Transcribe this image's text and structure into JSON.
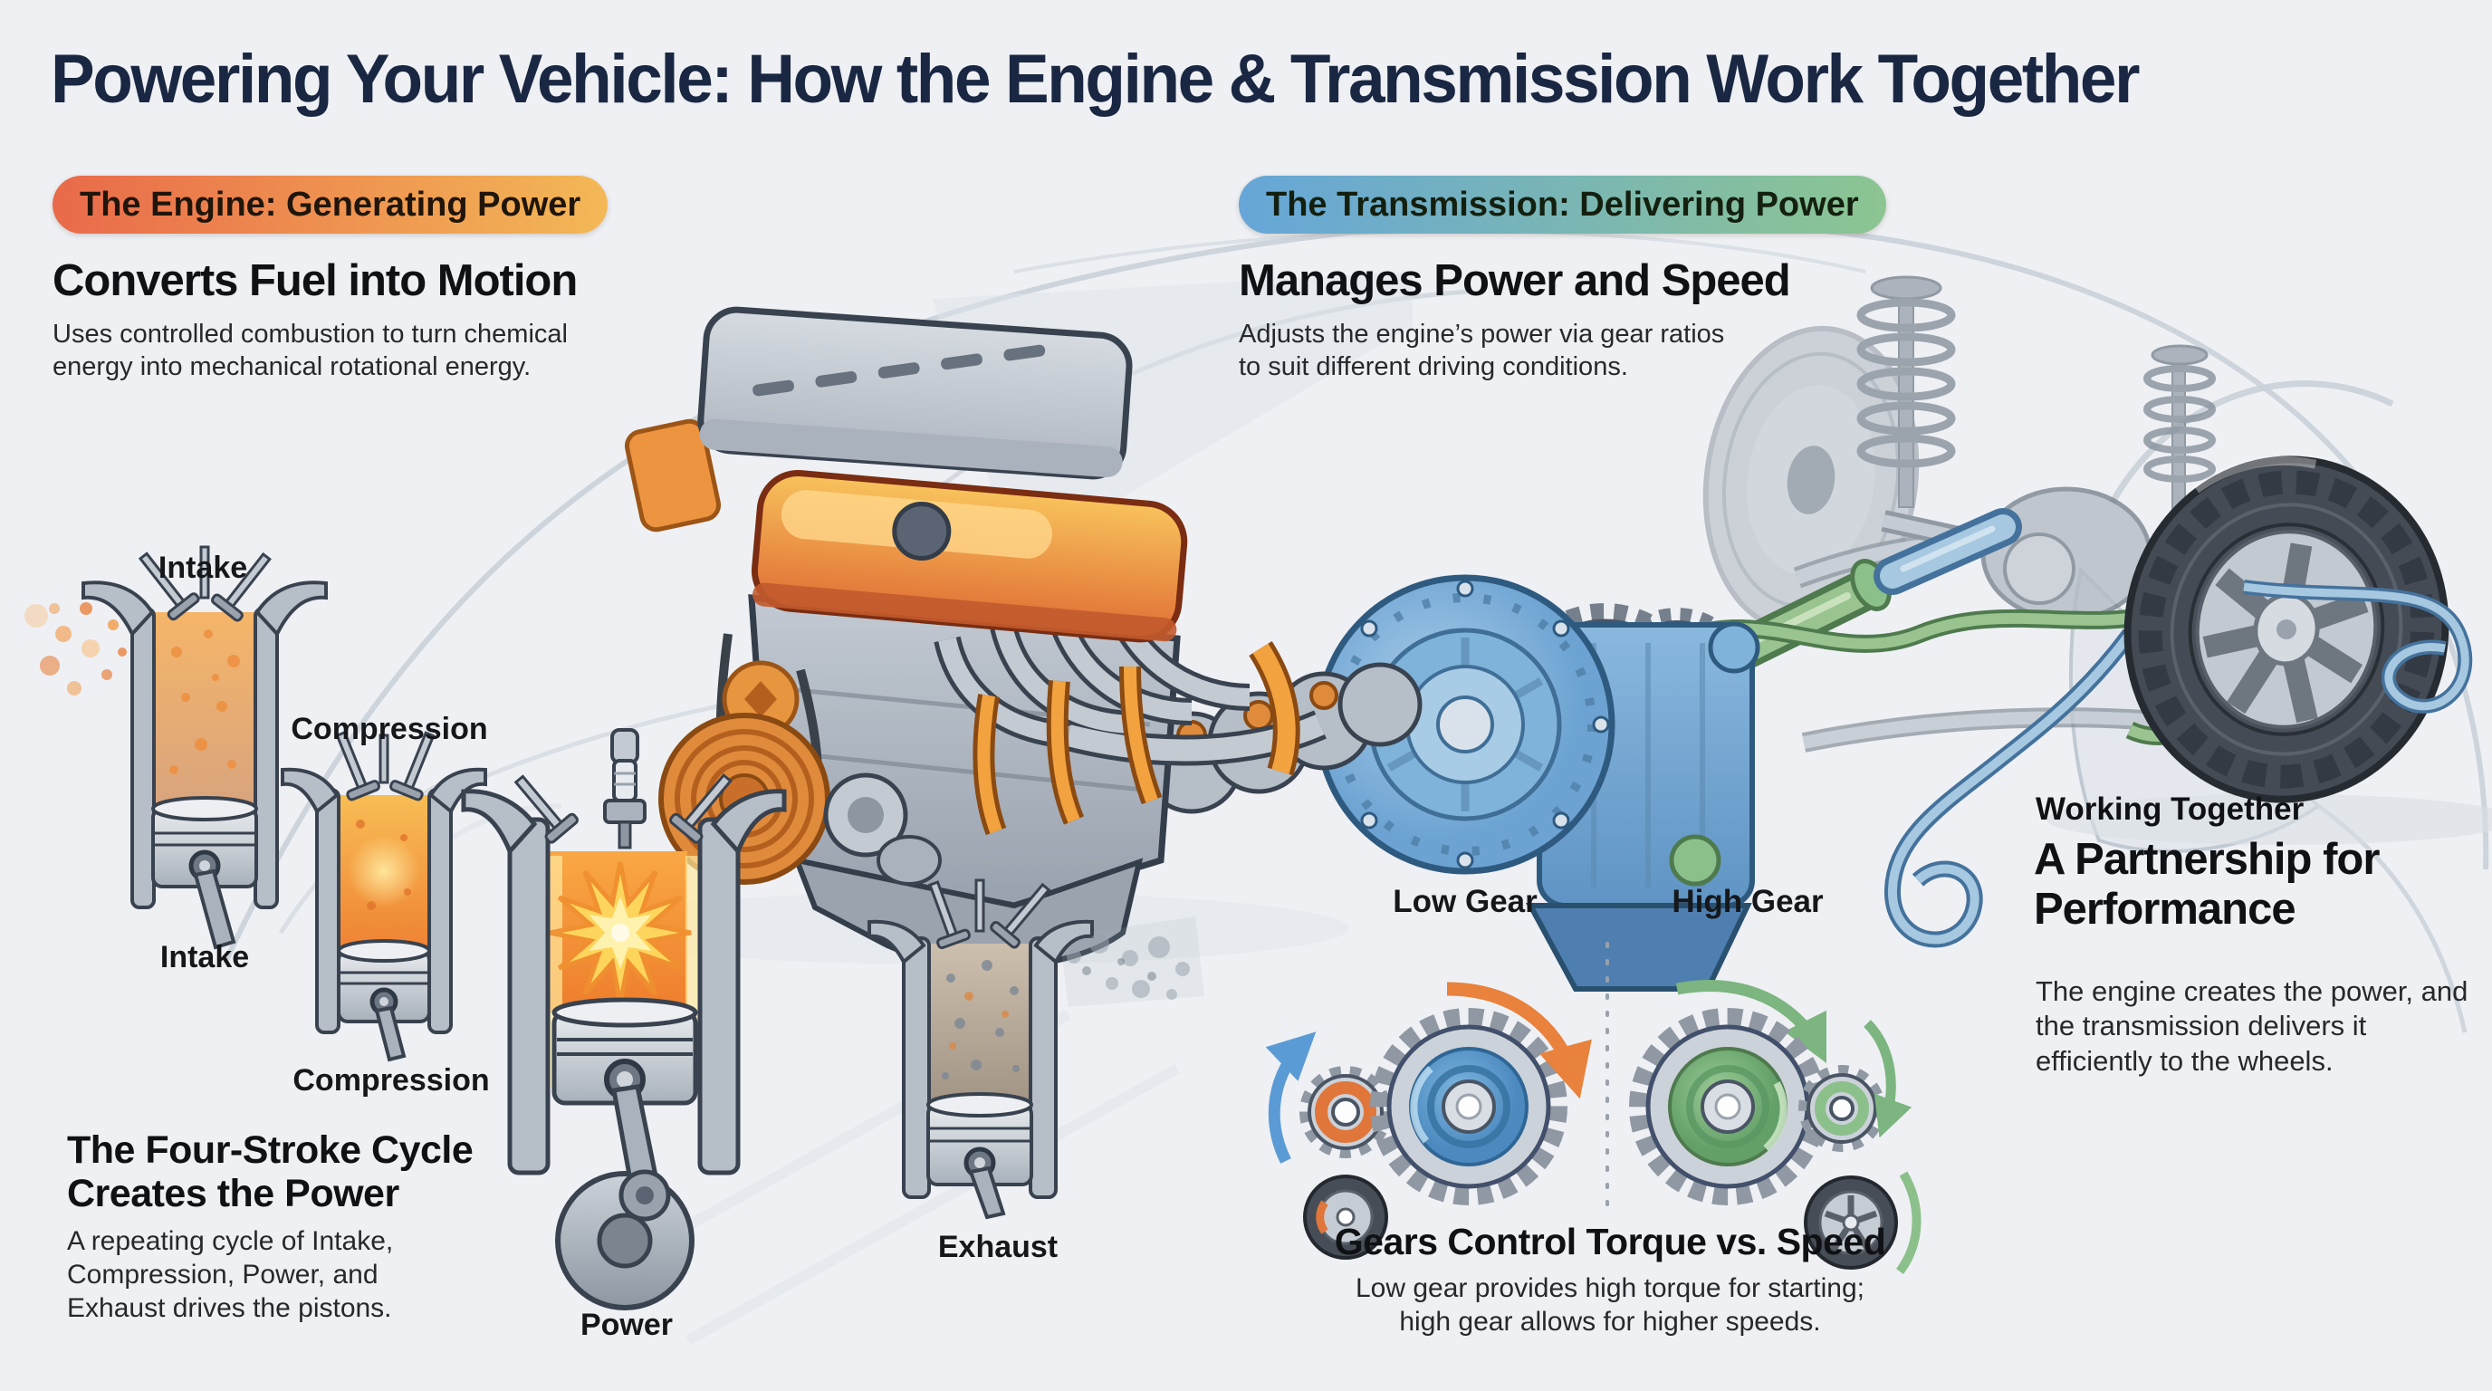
{
  "title": "Powering Your Vehicle: How the Engine & Transmission Work Together",
  "engine": {
    "badge": "The Engine: Generating Power",
    "heading": "Converts Fuel into Motion",
    "body": "Uses controlled combustion to turn chemical energy into mechanical rotational energy."
  },
  "transmission": {
    "badge": "The Transmission: Delivering Power",
    "heading": "Manages Power and Speed",
    "body": "Adjusts the engine’s power via gear ratios to suit different driving conditions."
  },
  "four_stroke": {
    "heading": "The Four-Stroke Cycle Creates the Power",
    "body": "A repeating cycle of Intake, Compression, Power, and Exhaust drives the pistons.",
    "labels": {
      "intake_top": "Intake",
      "intake_bottom": "Intake",
      "compression_top": "Compression",
      "compression_bottom": "Compression",
      "power": "Power",
      "exhaust": "Exhaust"
    }
  },
  "gears": {
    "low_label": "Low Gear",
    "high_label": "High Gear",
    "heading": "Gears Control Torque vs. Speed",
    "body": "Low gear provides high torque for starting; high gear allows for higher speeds."
  },
  "working_together": {
    "kicker": "Working Together",
    "heading": "A Partnership for Performance",
    "body": "The engine creates the power, and the transmission delivers it efficiently to the wheels."
  },
  "colors": {
    "bg": "#eef0f4",
    "title": "#1a2742",
    "badge-engine-a": "#e96a4a",
    "badge-engine-b": "#f3b856",
    "badge-trans-a": "#66a6d8",
    "badge-trans-b": "#8cc591",
    "accent-orange": "#e8823c",
    "accent-blue": "#5b9bd5",
    "accent-green": "#7cb580"
  }
}
